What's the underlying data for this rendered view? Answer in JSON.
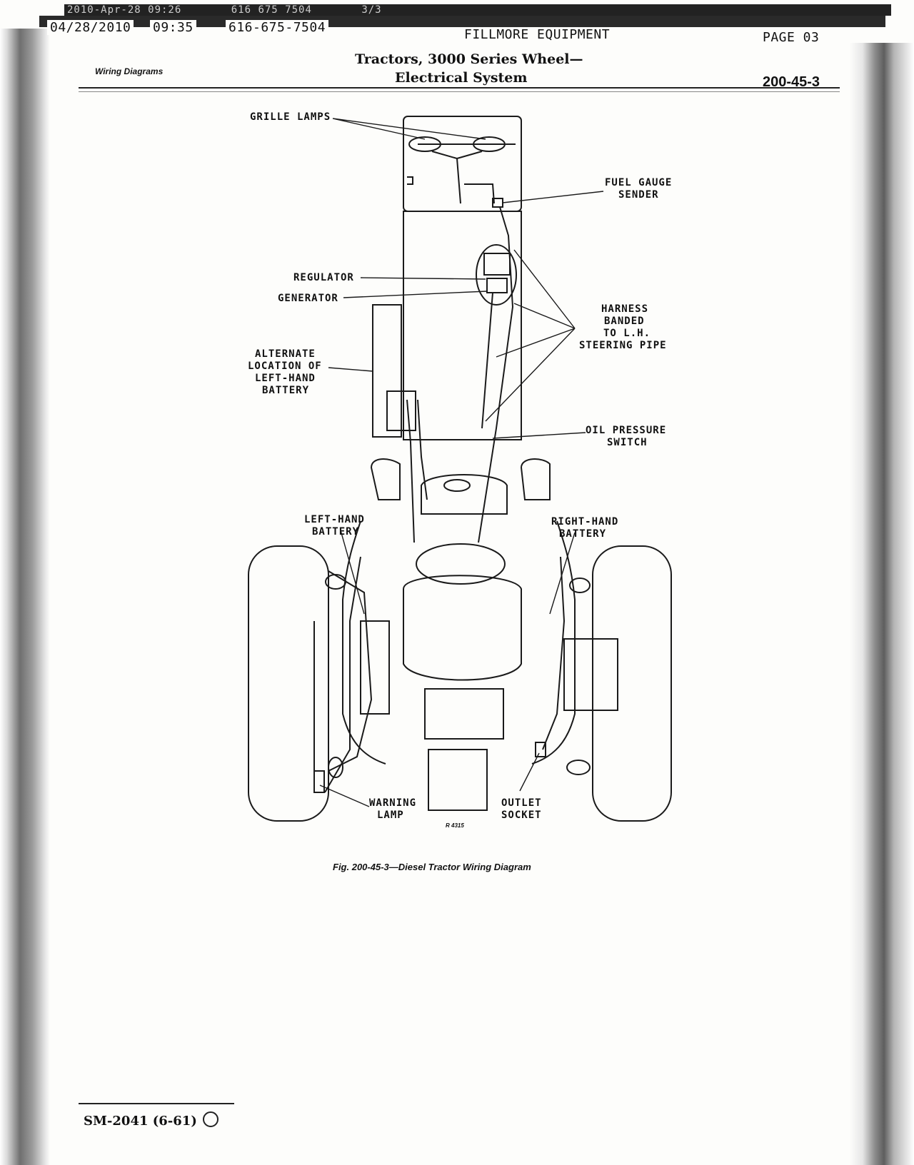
{
  "fax": {
    "stamp_date": "2010-Apr-28 09:26",
    "stamp_phone": "616 675 7504",
    "stamp_pages": "3/3",
    "date": "04/28/2010",
    "time": "09:35",
    "phone": "616-675-7504",
    "sender": "FILLMORE EQUIPMENT",
    "page": "PAGE  03"
  },
  "header": {
    "section": "Wiring Diagrams",
    "title_line1": "Tractors, 3000 Series Wheel—",
    "title_line2": "Electrical System",
    "page_code": "200-45-3"
  },
  "diagram": {
    "labels": {
      "grille_lamps": "GRILLE LAMPS",
      "fuel_gauge_sender_1": "FUEL GAUGE",
      "fuel_gauge_sender_2": "SENDER",
      "regulator": "REGULATOR",
      "generator": "GENERATOR",
      "harness_1": "HARNESS",
      "harness_2": "BANDED",
      "harness_3": "TO L.H.",
      "harness_4": "STEERING PIPE",
      "alt_battery_1": "ALTERNATE",
      "alt_battery_2": "LOCATION OF",
      "alt_battery_3": "LEFT-HAND",
      "alt_battery_4": "BATTERY",
      "oil_pressure_1": "OIL PRESSURE",
      "oil_pressure_2": "SWITCH",
      "lh_battery_1": "LEFT-HAND",
      "lh_battery_2": "BATTERY",
      "rh_battery_1": "RIGHT-HAND",
      "rh_battery_2": "BATTERY",
      "warning_lamp_1": "WARNING",
      "warning_lamp_2": "LAMP",
      "outlet_socket_1": "OUTLET",
      "outlet_socket_2": "SOCKET"
    },
    "figure_number": "R 4315",
    "caption": "Fig. 200-45-3—Diesel Tractor Wiring Diagram",
    "colors": {
      "ink": "#1a1a1a"
    }
  },
  "footer": {
    "code": "SM-2041 (6-61)"
  }
}
